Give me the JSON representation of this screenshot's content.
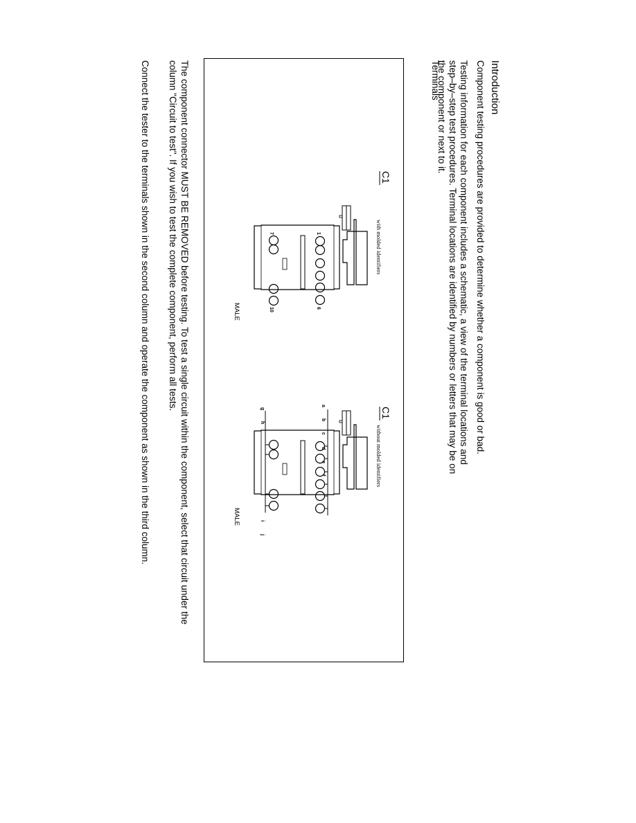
{
  "intro": {
    "heading": "Introduction",
    "paragraph1": "Component testing procedures are provided to determine whether a component is good or bad.",
    "paragraph2": "Testing information for each component includes a schematic, a view of the terminal locations and step–by–step test procedures. Terminal locations are identified by numbers or letters that may be on the component or next to it."
  },
  "terminals": {
    "heading": "Terminals",
    "left_connector": {
      "title": "C1",
      "caption": "with molded identifiers",
      "gender": "MALE",
      "markings": [
        "1",
        "6",
        "7",
        "10"
      ]
    },
    "right_connector": {
      "title": "C1",
      "caption": "without molded identifiers",
      "gender": "MALE",
      "top_labels": [
        "a",
        "b",
        "c",
        "d",
        "e",
        "f"
      ],
      "bottom_labels": [
        "g",
        "h",
        "i",
        "j"
      ]
    }
  },
  "instructions": {
    "paragraph3": "The component connector MUST BE REMOVED before testing. To test a single circuit within the component, select that circuit under the column \"Circuit to test\". If you wish to test the complete component, perform all tests.",
    "paragraph4": "Connect the tester to the terminals shown in the second column and operate the component as shown in the third column."
  }
}
